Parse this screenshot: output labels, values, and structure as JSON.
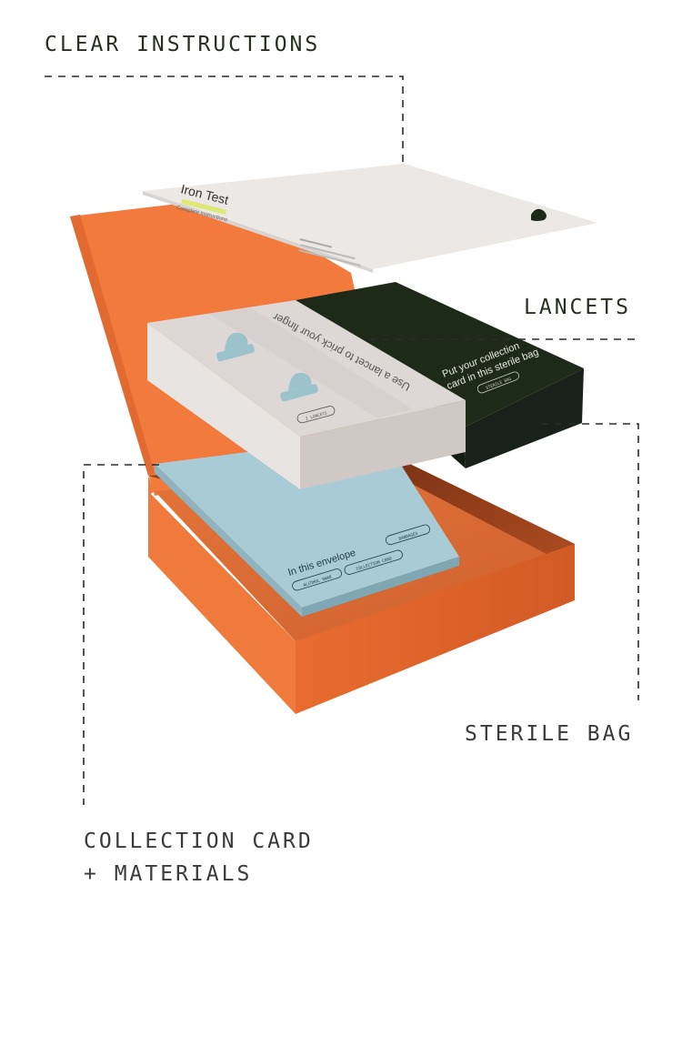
{
  "labels": {
    "instructions": "CLEAR INSTRUCTIONS",
    "lancets": "LANCETS",
    "sterile_bag": "STERILE BAG",
    "collection_line1": "COLLECTION CARD",
    "collection_line2": "+ MATERIALS"
  },
  "instruction_sheet": {
    "title": "Iron Test",
    "subtitle": "Complete instructions"
  },
  "lancet_box": {
    "text": "Use a lancet to prick your finger",
    "badge": "2 LANCETS"
  },
  "sterile_bag_box": {
    "line1": "Put your collection",
    "line2": "card in this sterile bag",
    "badge": "STERILE BAG"
  },
  "envelope": {
    "title": "In this envelope",
    "tags": [
      "ALCOHOL SWAB",
      "COLLECTION CARD",
      "BANDAGES"
    ]
  },
  "colors": {
    "orange": "#f27a3d",
    "orange_dark": "#d4622c",
    "dark_green": "#1e2a18",
    "card_blue": "#a9cbd6",
    "lancet_gray": "#ddd8d6",
    "paper": "#ebe8e6",
    "highlight": "#dfe870"
  }
}
